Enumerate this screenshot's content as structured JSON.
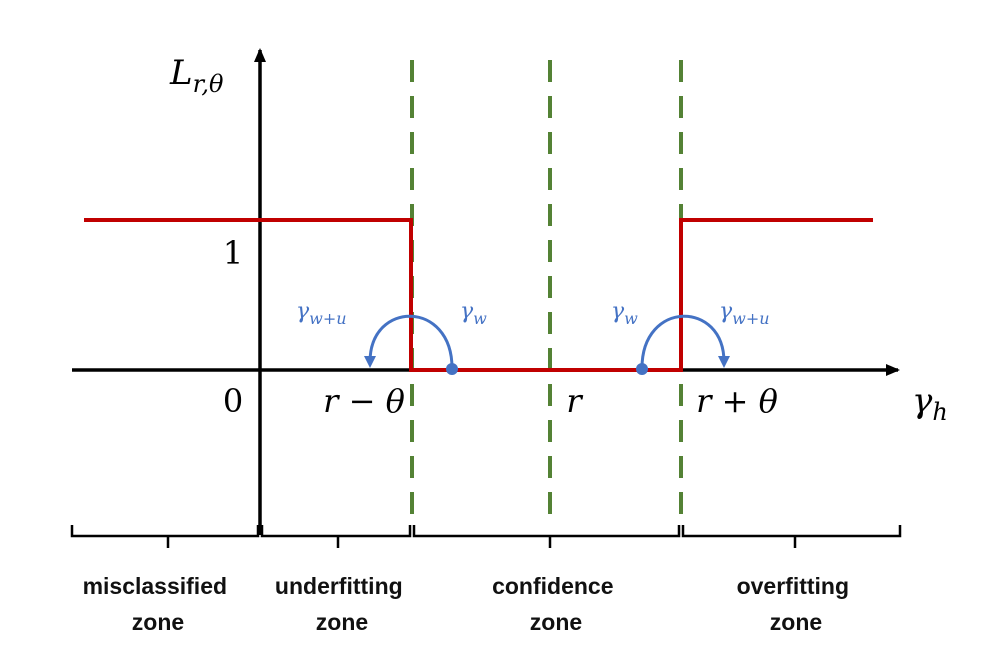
{
  "colors": {
    "axis": "#000000",
    "loss_curve": "#c00000",
    "threshold_lines": "#548235",
    "transitions": "#4472c4"
  },
  "axes": {
    "y_label": "L",
    "y_label_sub": "r,θ",
    "x_label": "γ",
    "x_label_sub": "h",
    "origin_label": "0",
    "level_one_label": "1"
  },
  "thresholds": {
    "left": "r − θ",
    "center": "r",
    "right": "r + θ"
  },
  "transitions": {
    "left_from": "γ",
    "left_from_sub": "w",
    "left_to": "γ",
    "left_to_sub": "w+u",
    "right_from": "γ",
    "right_from_sub": "w",
    "right_to": "γ",
    "right_to_sub": "w+u"
  },
  "zones": {
    "misclassified": [
      "misclassified",
      "zone"
    ],
    "underfitting": [
      "underfitting",
      "zone"
    ],
    "confidence": [
      "confidence",
      "zone"
    ],
    "overfitting": [
      "overfitting",
      "zone"
    ]
  }
}
